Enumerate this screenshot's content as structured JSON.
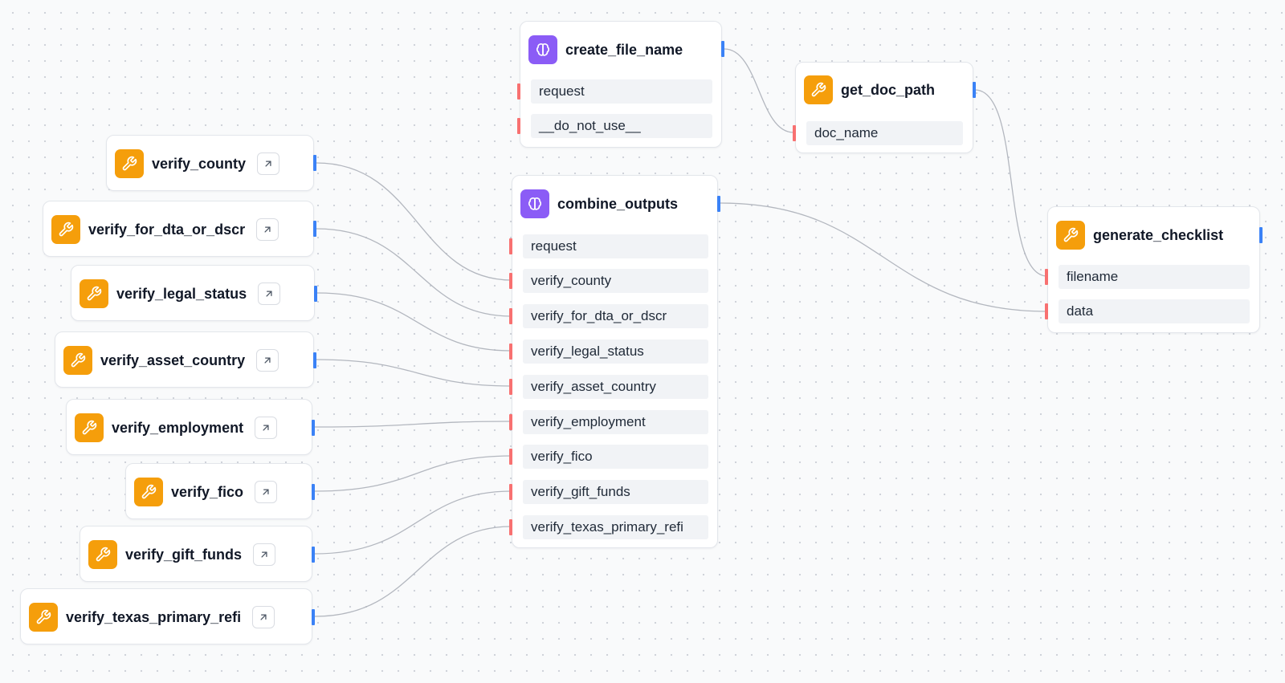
{
  "graph": {
    "create_file_name": {
      "title": "create_file_name",
      "icon": "brain-icon",
      "inputs": [
        "request",
        "__do_not_use__"
      ]
    },
    "get_doc_path": {
      "title": "get_doc_path",
      "icon": "wrench-icon",
      "inputs": [
        "doc_name"
      ]
    },
    "combine_outputs": {
      "title": "combine_outputs",
      "icon": "brain-icon",
      "inputs": [
        "request",
        "verify_county",
        "verify_for_dta_or_dscr",
        "verify_legal_status",
        "verify_asset_country",
        "verify_employment",
        "verify_fico",
        "verify_gift_funds",
        "verify_texas_primary_refi"
      ]
    },
    "generate_checklist": {
      "title": "generate_checklist",
      "icon": "wrench-icon",
      "inputs": [
        "filename",
        "data"
      ]
    },
    "tools": [
      {
        "title": "verify_county",
        "icon": "wrench-icon"
      },
      {
        "title": "verify_for_dta_or_dscr",
        "icon": "wrench-icon"
      },
      {
        "title": "verify_legal_status",
        "icon": "wrench-icon"
      },
      {
        "title": "verify_asset_country",
        "icon": "wrench-icon"
      },
      {
        "title": "verify_employment",
        "icon": "wrench-icon"
      },
      {
        "title": "verify_fico",
        "icon": "wrench-icon"
      },
      {
        "title": "verify_gift_funds",
        "icon": "wrench-icon"
      },
      {
        "title": "verify_texas_primary_refi",
        "icon": "wrench-icon"
      }
    ],
    "edges": [
      {
        "from": "create_file_name",
        "to": "get_doc_path.doc_name"
      },
      {
        "from": "get_doc_path",
        "to": "generate_checklist.filename"
      },
      {
        "from": "combine_outputs",
        "to": "generate_checklist.data"
      },
      {
        "from": "verify_county",
        "to": "combine_outputs.verify_county"
      },
      {
        "from": "verify_for_dta_or_dscr",
        "to": "combine_outputs.verify_for_dta_or_dscr"
      },
      {
        "from": "verify_legal_status",
        "to": "combine_outputs.verify_legal_status"
      },
      {
        "from": "verify_asset_country",
        "to": "combine_outputs.verify_asset_country"
      },
      {
        "from": "verify_employment",
        "to": "combine_outputs.verify_employment"
      },
      {
        "from": "verify_fico",
        "to": "combine_outputs.verify_fico"
      },
      {
        "from": "verify_gift_funds",
        "to": "combine_outputs.verify_gift_funds"
      },
      {
        "from": "verify_texas_primary_refi",
        "to": "combine_outputs.verify_texas_primary_refi"
      }
    ],
    "colors": {
      "tool_icon": "#f59e0b",
      "ai_icon": "#8b5cf6",
      "output_handle": "#3b82f6",
      "input_handle": "#f87171",
      "edge": "#b3b7bf"
    }
  }
}
